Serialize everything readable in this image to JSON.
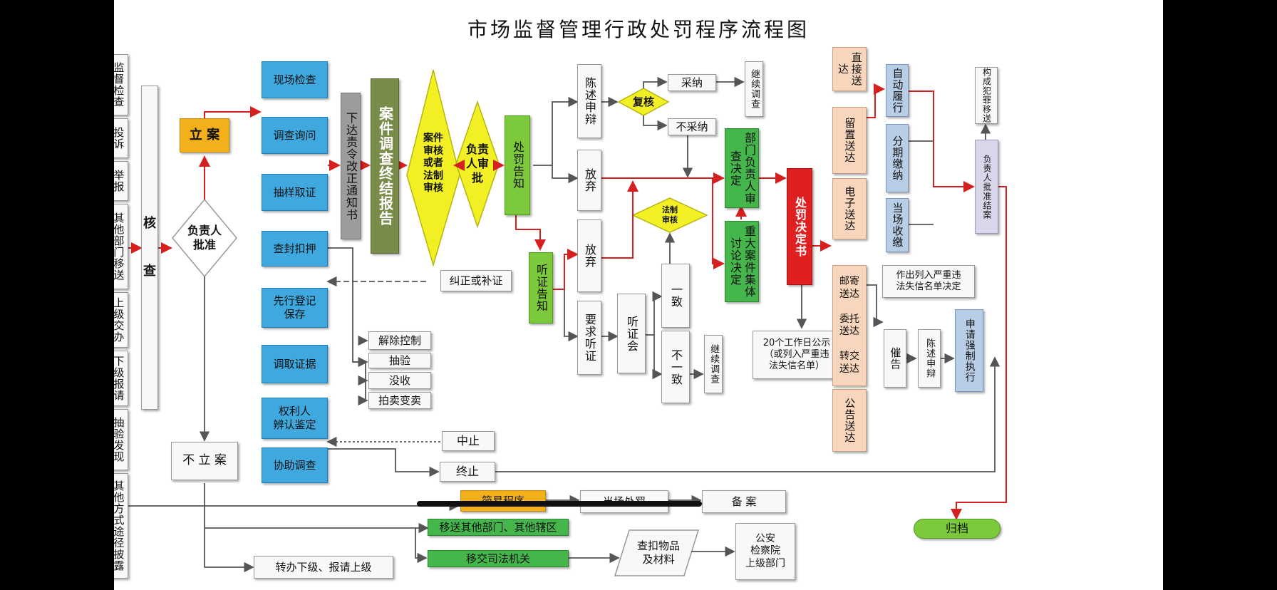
{
  "title": "市场监督管理行政处罚程序流程图",
  "sources": [
    "监督检查",
    "投诉",
    "举报",
    "其他部门移送",
    "上级交办",
    "下级报请",
    "抽验发现",
    "其他方式途径披露"
  ],
  "nodes": {
    "verify": "核\n\n\n查",
    "approve_person": "负责人\n批准",
    "file_case": "立 案",
    "no_case": "不 立 案",
    "investigation": [
      "现场检查",
      "调查询问",
      "抽样取证",
      "查封扣押",
      "先行登记\n保存",
      "调取证据",
      "权利人\n辨认鉴定",
      "协助调查"
    ],
    "order_notice": "下达责令改正通知书",
    "end_report": "案件调查终结报告",
    "review_d1": "案件\n审核\n或者\n法制\n审核",
    "review_d2": "负责\n人审\n批",
    "penalty_notice": "处罚告知",
    "hearing_notice": "听证告知",
    "statement": "陈述申辩",
    "recheck": "复核",
    "adopt": "采纳",
    "not_adopt": "不采纳",
    "continue_1": "继续调查",
    "waive_1": "放弃",
    "waive_2": "放弃",
    "request_hearing": "要求听证",
    "hearing": "听证会",
    "agree": "一致",
    "disagree": "不一致",
    "continue_2": "继续调查",
    "legal_review": "法制\n审核",
    "dept_head": "部门负责人审查决定",
    "collective": "重大案件集体讨论决定",
    "decision": "处罚决定书",
    "correct": "纠正或补证",
    "release": "解除控制",
    "test": "抽验",
    "confiscate": "没收",
    "auction": "拍卖变卖",
    "suspend": "中止",
    "terminate": "终止",
    "publicity": "20个工作日公示\n（或列入严重违\n法失信名单）",
    "delivery": [
      "直接送达",
      "留置送达",
      "电子送达",
      "邮寄\n送达\n\n委托\n送达\n\n转交\n送达",
      "公告送达"
    ],
    "self_perform": "自动履行",
    "installment": "分期缴纳",
    "onsite_pay": "当场收缴",
    "blacklist": "作出列入严重违\n法失信名单决定",
    "urge": "催告",
    "statement_2": "陈述申辩",
    "enforce": "申请强制执行",
    "crime": "构成犯罪移送",
    "close_case": "负责人批准结案",
    "archive": "归档",
    "simple": "简易程序",
    "spot_penalty": "当场处罚",
    "record": "备 案",
    "transfer_other": "移送其他部门、其他辖区",
    "transfer_judicial": "移交司法机关",
    "goods": "查扣物品\n及材料",
    "police": "公安\n检察院\n上级部门",
    "forward": "转办下级、报请上级"
  },
  "colors": {
    "blue": "#3fa9df",
    "green": "#7cc93b",
    "red": "#e02020",
    "orange": "#f2b01b",
    "yellow": "#f2f024",
    "arrow_red": "#d62020",
    "arrow_grey": "#555555"
  }
}
